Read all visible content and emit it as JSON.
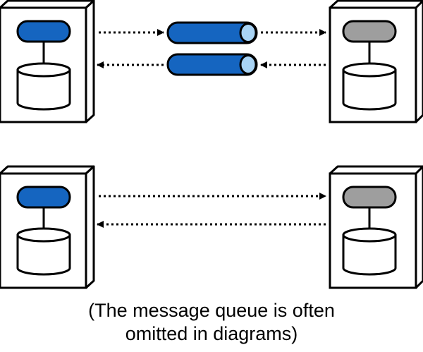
{
  "caption": {
    "line1": "(The message queue is often",
    "line2": "omitted in diagrams)"
  },
  "colors": {
    "service_blue": "#1565c0",
    "service_gray": "#9e9e9e",
    "queue_blue": "#1565c0",
    "queue_end": "#a9d4f5",
    "stroke": "#000000",
    "background": "#ffffff"
  },
  "diagram": {
    "top_row": {
      "left_node": "service-blue-with-database",
      "right_node": "service-gray-with-database",
      "queues": 2,
      "arrows": [
        "left-to-right-via-queue",
        "right-to-left-via-queue"
      ]
    },
    "bottom_row": {
      "left_node": "service-blue-with-database",
      "right_node": "service-gray-with-database",
      "queues": 0,
      "arrows": [
        "left-to-right-direct",
        "right-to-left-direct"
      ]
    }
  }
}
